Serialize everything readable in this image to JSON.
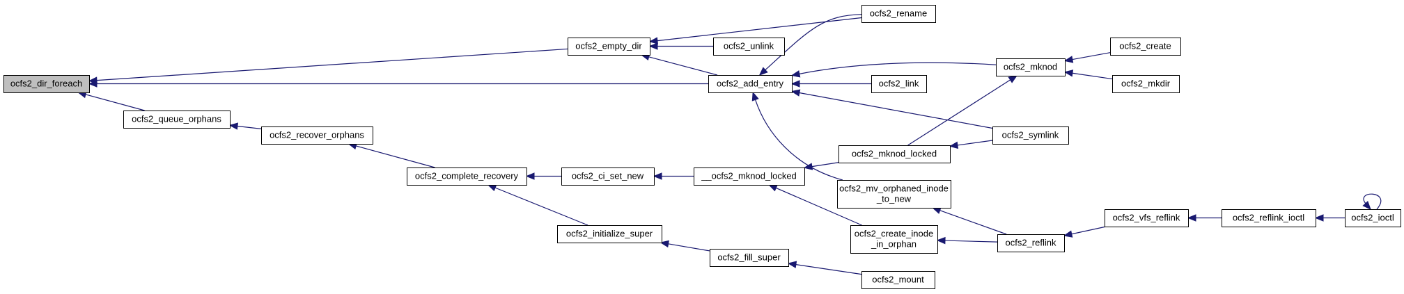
{
  "colors": {
    "edge": "#191970",
    "root_fill": "#bfbfbf",
    "node_fill": "#ffffff",
    "node_border": "#000000"
  },
  "nodes": {
    "dir_foreach": [
      "ocfs2_dir_foreach"
    ],
    "empty_dir": [
      "ocfs2_empty_dir"
    ],
    "add_entry": [
      "ocfs2_add_entry"
    ],
    "queue_orphans": [
      "ocfs2_queue_orphans"
    ],
    "recover_orphans": [
      "ocfs2_recover_orphans"
    ],
    "complete_recovery": [
      "ocfs2_complete_recovery"
    ],
    "ci_set_new": [
      "ocfs2_ci_set_new"
    ],
    "initialize_super": [
      "ocfs2_initialize_super"
    ],
    "mknod_locked_dunder": [
      "__ocfs2_mknod_locked"
    ],
    "fill_super": [
      "ocfs2_fill_super"
    ],
    "rename": [
      "ocfs2_rename"
    ],
    "unlink": [
      "ocfs2_unlink"
    ],
    "link": [
      "ocfs2_link"
    ],
    "mknod": [
      "ocfs2_mknod"
    ],
    "symlink": [
      "ocfs2_symlink"
    ],
    "mknod_locked": [
      "ocfs2_mknod_locked"
    ],
    "mv_orphaned": [
      "ocfs2_mv_orphaned_inode",
      "_to_new"
    ],
    "create_inode": [
      "ocfs2_create_inode",
      "_in_orphan"
    ],
    "reflink": [
      "ocfs2_reflink"
    ],
    "mount": [
      "ocfs2_mount"
    ],
    "create": [
      "ocfs2_create"
    ],
    "mkdir": [
      "ocfs2_mkdir"
    ],
    "vfs_reflink": [
      "ocfs2_vfs_reflink"
    ],
    "reflink_ioctl": [
      "ocfs2_reflink_ioctl"
    ],
    "ioctl": [
      "ocfs2_ioctl"
    ]
  }
}
